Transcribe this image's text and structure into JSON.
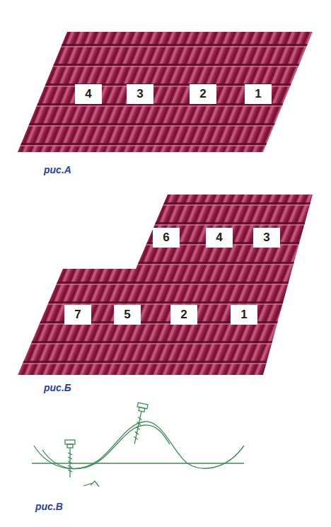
{
  "diagram": {
    "nodes": [
      {
        "text": [
          "4"
        ]
      },
      {
        "text": [
          "3"
        ]
      },
      {
        "text": [
          "2"
        ]
      },
      {
        "text": [
          "1"
        ]
      },
      {
        "text": [
          "6"
        ]
      },
      {
        "text": [
          "4"
        ]
      },
      {
        "text": [
          "3"
        ]
      },
      {
        "text": [
          "7"
        ]
      },
      {
        "text": [
          "5"
        ]
      },
      {
        "text": [
          "2"
        ]
      },
      {
        "text": [
          "1"
        ]
      }
    ],
    "labels": [
      "рис.А",
      "рис.Б",
      "рис.В"
    ]
  }
}
